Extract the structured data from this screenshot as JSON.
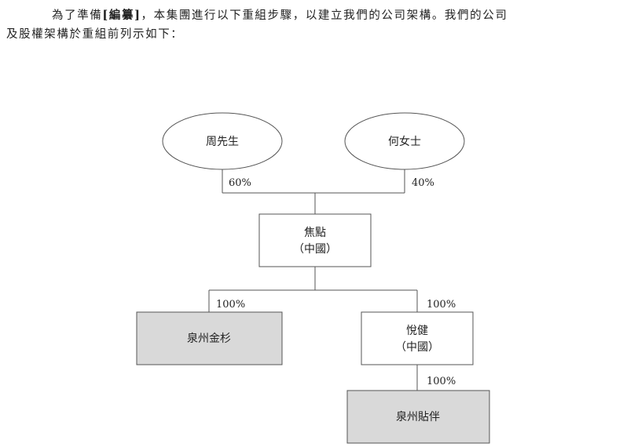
{
  "intro": {
    "line1_a": "為了準備",
    "line1_bold": "[編纂]",
    "line1_b": "，本集團進行以下重組步驟，以建立我們的公司架構。我們的公司",
    "line2": "及股權架構於重組前列示如下："
  },
  "diagram": {
    "shareholders": {
      "mr_zhou": "周先生",
      "ms_he": "何女士"
    },
    "shares": {
      "zhou_pct": "60%",
      "he_pct": "40%",
      "quanzhou_jinshan_pct": "100%",
      "yuejian_pct": "100%",
      "quanzhou_tieban_pct": "100%"
    },
    "companies": {
      "jiaodian_name": "焦點",
      "jiaodian_sub": "（中國）",
      "quanzhou_jinshan": "泉州金杉",
      "yuejian_name": "悅健",
      "yuejian_sub": "（中國）",
      "quanzhou_tieban": "泉州貼伴"
    },
    "colors": {
      "line": "#555555",
      "shaded_box": "#d9d9d9",
      "white_box": "#ffffff"
    }
  }
}
